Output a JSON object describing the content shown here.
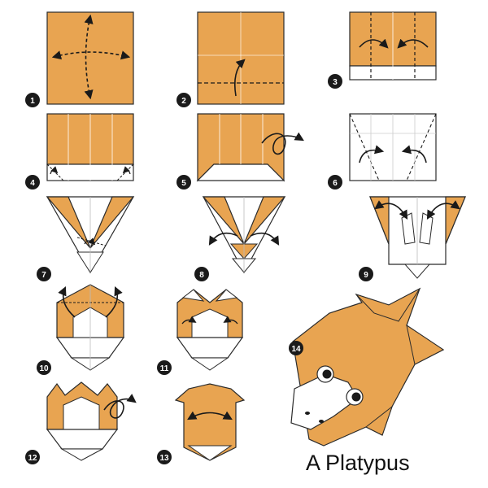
{
  "title": "A Platypus",
  "step_labels": [
    "1",
    "2",
    "3",
    "4",
    "5",
    "6",
    "7",
    "8",
    "9",
    "10",
    "11",
    "12",
    "13",
    "14"
  ],
  "colors": {
    "paper_orange": "#E8A451",
    "paper_white": "#FFFFFF",
    "line": "#2B2B2B",
    "badge": "#1A1A1A"
  }
}
